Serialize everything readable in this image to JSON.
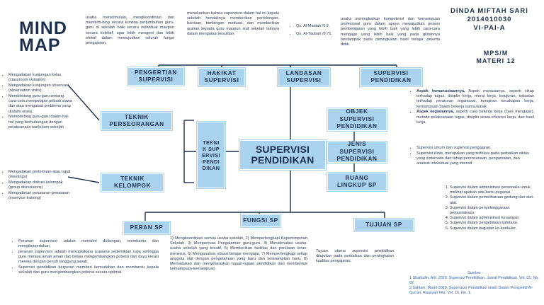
{
  "header": {
    "mind_map_title": "MIND MAP",
    "author_name": "DINDA MIFTAH SARI",
    "author_id": "2014010030",
    "author_class": "VI-PAI-A",
    "course": "MPS/M",
    "materi": "MATERI 12"
  },
  "center": {
    "label_line1": "SUPERVISI",
    "label_line2": "PENDIDIKAN"
  },
  "side_label": "TEKNIK SUPERVISI PENDIDIKAN",
  "topics": {
    "pengertian": "PENGERTIAN SUPERVISI",
    "hakikat": "HAKIKAT SUPERVISI",
    "landasan": "LANDASAN SUPERVISI",
    "supervisi_pendidikan": "SUPERVISI PENDIDIKAN",
    "teknik_perseorangan": "TEKNIK PERSEORANGAN",
    "teknik_kelompok": "TEKNIK KELOMPOK",
    "objek": "OBJEK SUPERVISI PENDIDIKAN",
    "jenis": "JENIS SUPERVISI PENDIDIKAN",
    "ruang_lingkup": "RUANG LINGKUP SP",
    "peran": "PERAN SP",
    "fungsi": "FUNGSI SP",
    "tujuan": "TUJUAN SP"
  },
  "texts": {
    "pengertian": "usaha menstimulasi, mengkoordinasi dan membim-bing secara kontinu pertumbuhan guru-guru di sekolah baik secara individual maupun secara kolektif, agar lebih mengerti dan lebih efektif dalam mewujudkan seluruh fungsi pengajaran.",
    "hakikat": "menekankan bahwa supervisor dalam hal ini kepala sekolah hendaknya memberikan pertolongan, bantuan, bimbingan motivasi, dan memberikan arahan kepada guru maupun staf sekolah lainnya dalam mengatasi kesulitan.",
    "supervisi_pendidikan": "usaha meningkatkan kompetensi dan kemampuan profesional guru dalam upaya mewujudkan proses pembelajaran yang lebih baik yang lebih cara-cara mengajar yang lebih baik yang pada gilirannya berdampak pada peningkatan hasil belajar peserta didik.",
    "tujuan": "Tujuan utama supervisi pendidikan ditujukan pada perbaikan dan peningkatan kualitas pengajaran.",
    "landasan": [
      "Qs. Al-Maidah /5:2.",
      "Qs. At-Taubah /9:71."
    ],
    "perseorangan": [
      "Mengadakan kunjungan kelas (classroom visitation)",
      "Mengadakan kunjungan observasi (observation visits).",
      "Membimbing guru-guru tentang cara-cara mempelajari pribadi siswa dan atau mengatasi problema yang dialami siswa.",
      "Membimbing guru-guru dalam hal-hal yang berhubungan dengan pelaksanaan kurikulum sekolah"
    ],
    "kelompok": [
      "Mengadakan pertemuan atau rapat (meetings)",
      "Mengadakan diskusi kelompok (group discussions)",
      "Mengadakan penataran-penataran (inservice training)"
    ],
    "objek": [
      {
        "bold": "Aspek kemanusiaannya,",
        "rest": " Aspek manusianya, seperti sikap terhadap tugas, disiplin kerja, moral kerja, kejujuran, ketaatan terhadap peraturan organisasi, kerajinan kecakapan kerja, kemampuan dalam bekerja sama,watak."
      },
      {
        "bold": "Aspek kegiatannya,",
        "rest": " seperti cara bekerja kerja (cara mengajar), metode pelaksanaan tugas, disiplin siswa efisiensi kerja, dan hasil kerja."
      }
    ],
    "jenis": [
      "Supervisi umum dan supervisi pengajaran.",
      "Supervisi klinis, merupakan yang terfokus pada perbaikan siklus yang sistematis dari tahap perencanaan, pengamatan, dan analisis intelektual yang intensif"
    ],
    "ruang_lingkup": [
      "Supervisi dalam administrasi personalia untuk melihat apakah ada kartu pegawai.",
      "Supervisi dalam pemeliharaan gedung dan alat-alat.",
      "Supervisi dalam penyelenggaraan perpustakaan.",
      "Supervisi dalam administrasi keuangan",
      "Supervisi dalam pengelolaan kafetaria.",
      "Supervisi dalam kegiatan ko-kurikuler."
    ],
    "peran": [
      "Peranan supervisor adalah memberi dukungan, membantu dan mengikutsertakan.",
      "peranan supervisor adalah menciptakana suasana sedemikian rupa sehingga guru merasa aman aman dan bebas mengembangkan potensi dan daya kreasi mereka dengan penuh tanggung jawab.",
      "Supervisi pendidikan berperan memberi kemudahan dan membantu kepala sekolah dan guru mengembangkan potensi secara optimal."
    ],
    "fungsi": "1) Mengkoordinasi semua usaha sekolah, 2) Memperlengkapi Kepemimpinan Sekolah, 3) Memperluas Pengalaman guru-guru, 4) Menstimulasi usaha-usaha sekolah yang kreatif, 5) Memberikan fasilitas dan penilaian terus-menerus, 6) Menganalisis situasi belajar-mengajar, 7) Memperlengkapi setiap anggota staf dengan pengetahuan yang baru dan keterampilan baru, 8) Memadukan dan menyelaraskan tujuan-tujuan pendidikan dan membentuk kemampuan-kemampuan.",
    "sumber_title": "Sumber :",
    "sumber": [
      "1.Shaifudin, Arif. 2020. Supervisi Pendidikan, Jurnal Pendidikan. Vol. 01, No. 02",
      "2.Sahlani. Maret 2020. Supervisor Pendidikan Islam Dalam Perspektif Al-Qur'an. Rausyan Fikr. Vol. 16, No. 1."
    ]
  },
  "colors": {
    "accent": "#a9d3ee",
    "title": "#1b2f4f",
    "line": "#1b2f4f"
  }
}
